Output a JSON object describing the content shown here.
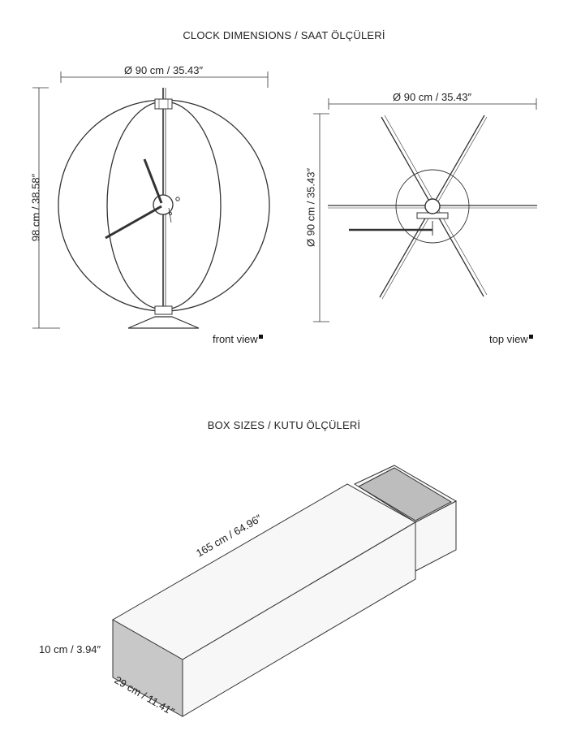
{
  "titles": {
    "clock": "CLOCK DIMENSIONS / SAAT ÖLÇÜLERİ",
    "box": "BOX SIZES / KUTU ÖLÇÜLERİ"
  },
  "front_view": {
    "width_label": "Ø 90 cm / 35.43″",
    "height_label": "98 cm / 38.58″",
    "caption": "front view"
  },
  "top_view": {
    "width_label": "Ø 90 cm / 35.43″",
    "depth_label": "Ø 90 cm / 35.43″",
    "caption": "top view"
  },
  "box": {
    "length_label": "165 cm / 64.96″",
    "height_label": "10 cm / 3.94″",
    "width_label": "29 cm / 11.41″"
  },
  "colors": {
    "line": "#333333",
    "box_side": "#c8c8c8",
    "box_inner": "#bdbdbd",
    "box_face": "#f7f7f7"
  }
}
